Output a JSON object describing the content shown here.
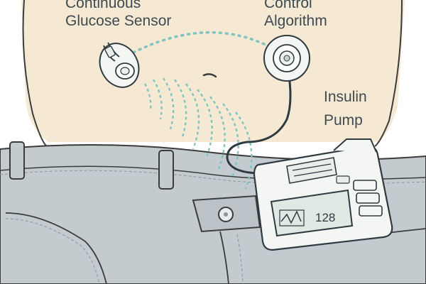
{
  "labels": {
    "sensor_line1": "Continuous",
    "sensor_line2": "Glucose Sensor",
    "algorithm_line1": "Control",
    "algorithm_line2": "Algorithm",
    "pump_line1": "Insulin",
    "pump_line2": "Pump"
  },
  "pump_display": {
    "reading": "128"
  },
  "colors": {
    "skin": "#f6e9d4",
    "skin_outline": "#3b3b3b",
    "jeans": "#c4cbcf",
    "jeans_dark": "#aab2b7",
    "device": "#f4f6f4",
    "device_outline": "#2e3a40",
    "signal": "#7fc4c0",
    "screen": "#dfe8e3"
  },
  "icons": [
    "sensor-icon",
    "algorithm-patch-icon",
    "insulin-pump-icon"
  ]
}
